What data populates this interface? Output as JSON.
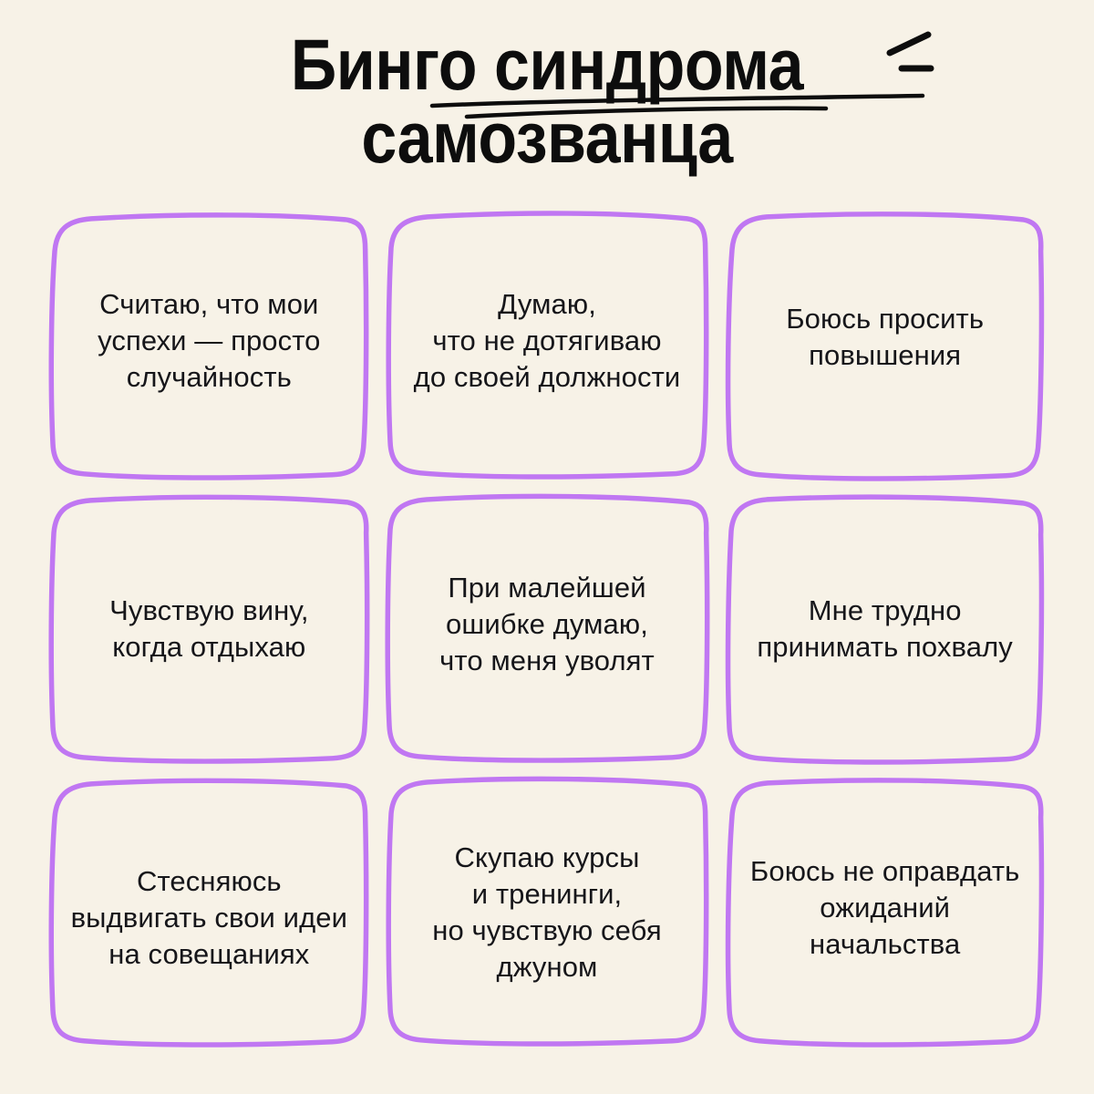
{
  "page": {
    "background_color": "#f7f2e7",
    "accent_color": "#c077f2",
    "text_color": "#16161a"
  },
  "title": {
    "line1": "Бинго синдрома",
    "line2": "самозванца",
    "full": "Бинго синдрома самозванца"
  },
  "decorations": {
    "underline_1": "hand-drawn-underline-stroke",
    "underline_2": "hand-drawn-underline-stroke",
    "spark_dash_diagonal": "diagonal-dash-mark",
    "spark_dash_horizontal": "horizontal-dash-mark"
  },
  "bingo": {
    "rows": 3,
    "columns": 3,
    "cells": [
      {
        "id": 1,
        "text": "Считаю, что мои\nуспехи — просто\nслучайность"
      },
      {
        "id": 2,
        "text": "Думаю,\nчто не дотягиваю\nдо своей должности"
      },
      {
        "id": 3,
        "text": "Боюсь просить\nповышения"
      },
      {
        "id": 4,
        "text": "Чувствую вину,\nкогда отдыхаю"
      },
      {
        "id": 5,
        "text": "При малейшей\nошибке думаю,\nчто меня уволят"
      },
      {
        "id": 6,
        "text": "Мне трудно\nпринимать похвалу"
      },
      {
        "id": 7,
        "text": "Стесняюсь\nвыдвигать свои идеи\nна совещаниях"
      },
      {
        "id": 8,
        "text": "Скупаю курсы\nи тренинги,\nно чувствую себя\nджуном"
      },
      {
        "id": 9,
        "text": "Боюсь не оправдать\nожиданий\nначальства"
      }
    ]
  }
}
